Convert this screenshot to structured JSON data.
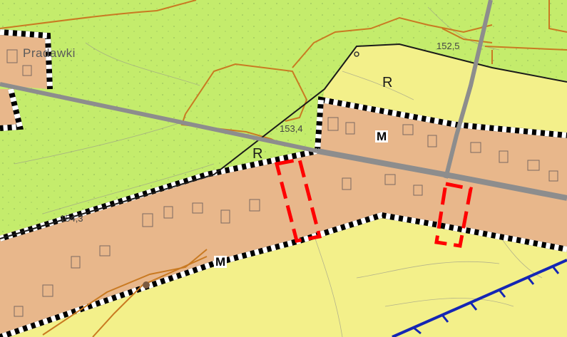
{
  "map": {
    "place_name": "Pradawki",
    "zone_labels": {
      "m_upper": "M",
      "m_lower": "M",
      "r_upper": "R",
      "r_lower": "R"
    },
    "elevations": {
      "e1": "152,5",
      "e2": "153,4",
      "e3": "154,3"
    },
    "legend_colors": {
      "forest": "#c4ec6c",
      "agricultural": "#f3f08a",
      "residential": "#e8b78b",
      "road": "#8d8d8d",
      "boundary_orange": "#c97a22",
      "highlight_red": "#ff0000",
      "power_line_blue": "#1426b4"
    }
  }
}
